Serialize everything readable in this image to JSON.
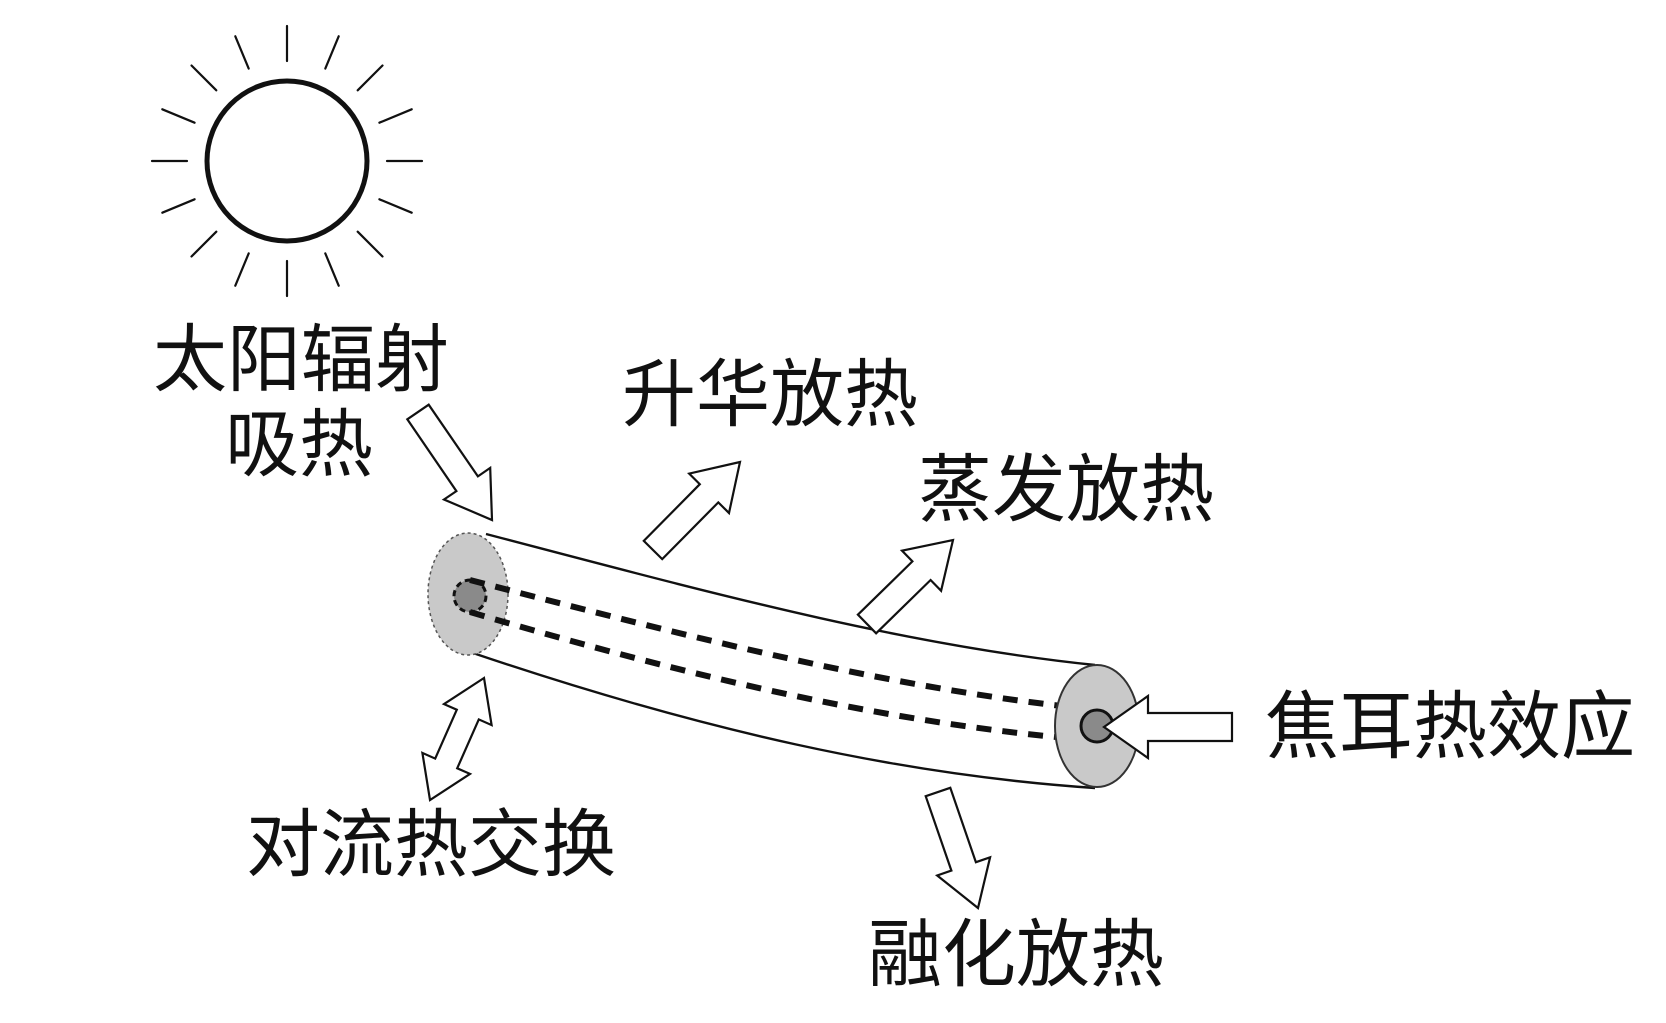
{
  "labels": {
    "solar_line1": "太阳辐射",
    "solar_line2": "吸热",
    "sublimation": "升华放热",
    "evaporation": "蒸发放热",
    "joule": "焦耳热效应",
    "convection": "对流热交换",
    "melting": "融化放热"
  },
  "colors": {
    "stroke": "#111111",
    "cap_fill": "#c9c9c9",
    "core_fill": "#8a8a8a",
    "background": "#ffffff"
  }
}
